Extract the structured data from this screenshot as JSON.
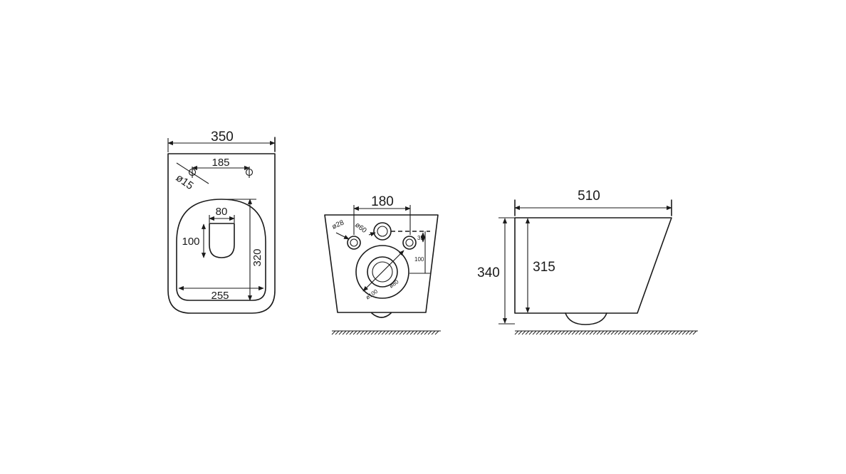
{
  "top_view": {
    "overall_width": "350",
    "hole_spacing": "185",
    "hole_diameter": "ø15",
    "outlet_width": "80",
    "outlet_length": "100",
    "bowl_length": "320",
    "bowl_width": "255"
  },
  "rear_view": {
    "bolt_spacing": "180",
    "bolt_diameter": "ø28",
    "inlet_diameter": "ø60",
    "inlet_offset": "35",
    "outlet_offset": "100",
    "outlet_inner_diameter": "ø80",
    "outlet_outer_diameter": "ø100"
  },
  "side_view": {
    "depth": "510",
    "overall_height": "340",
    "rim_height": "315"
  }
}
